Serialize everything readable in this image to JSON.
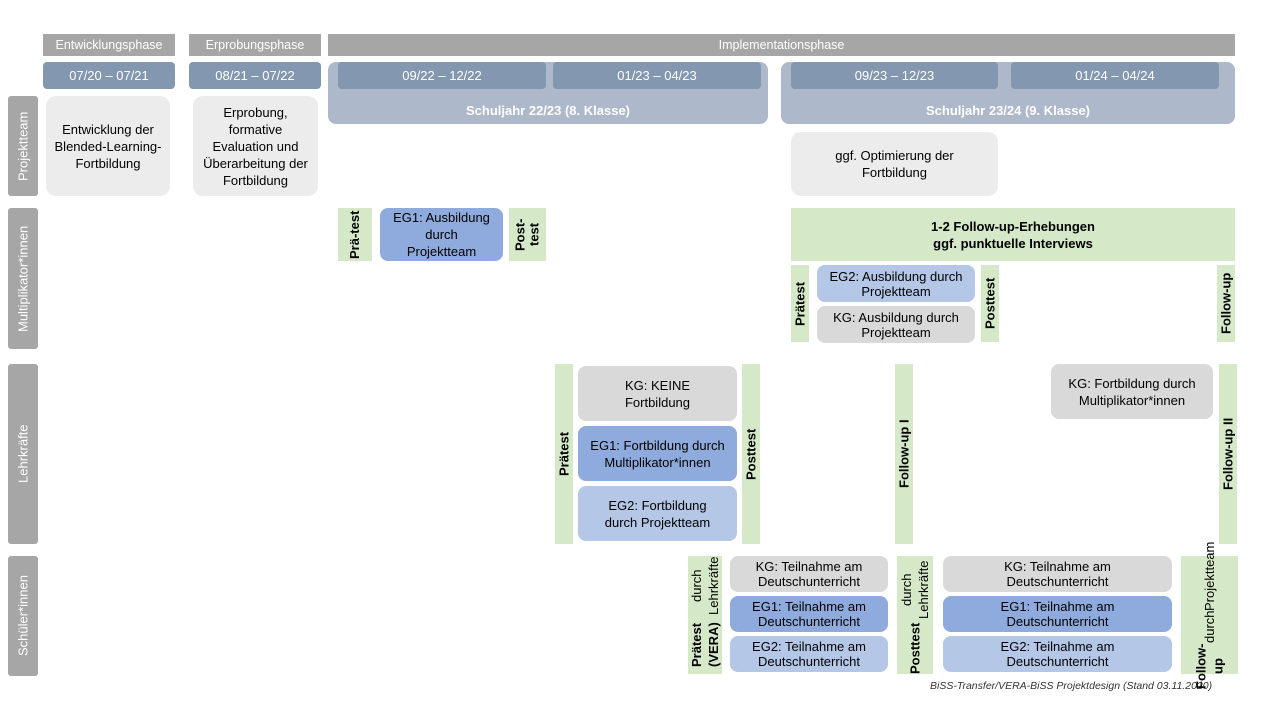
{
  "phases": {
    "dev": "Entwicklungsphase",
    "test": "Erprobungsphase",
    "impl": "Implementationsphase"
  },
  "dates": {
    "d1": "07/20 – 07/21",
    "d2": "08/21 – 07/22",
    "d3": "09/22 – 12/22",
    "d4": "01/23 – 04/23",
    "d5": "09/23 – 12/23",
    "d6": "01/24 – 04/24"
  },
  "school_years": {
    "sy1": "Schuljahr 22/23 (8. Klasse)",
    "sy2": "Schuljahr 23/24 (9. Klasse)"
  },
  "rows": {
    "r1": "Projektteam",
    "r2": "Multiplikator*innen",
    "r3": "Lehrkräfte",
    "r4": "Schüler*innen"
  },
  "projektteam": {
    "a": "Entwicklung der Blended-Learning-Fortbildung",
    "b": "Erprobung, formative Evaluation und Überarbeitung der Fortbildung",
    "c": "ggf. Optimierung der Fortbildung"
  },
  "multiplikatoren": {
    "pre1": "Prä-test",
    "eg1": "EG1: Ausbildung durch Projektteam",
    "post1": "Post-test",
    "followup_line1": "1-2 Follow-up-Erhebungen",
    "followup_line2": "ggf. punktuelle Interviews",
    "pre2": "Prätest",
    "eg2": "EG2: Ausbildung durch Projektteam",
    "kg": "KG: Ausbildung durch Projektteam",
    "post2": "Posttest",
    "fu": "Follow-up"
  },
  "lehrkraefte": {
    "pre": "Prätest",
    "kg": "KG: KEINE Fortbildung",
    "eg1": "EG1: Fortbildung durch Multiplikator*innen",
    "eg2": "EG2: Fortbildung durch Projektteam",
    "post": "Posttest",
    "fu1": "Follow-up I",
    "kg2": "KG: Fortbildung durch Multiplikator*innen",
    "fu2": "Follow-up II"
  },
  "schueler": {
    "pre_bold": "Prätest (VERA)",
    "pre_sub": "durch Lehrkräfte",
    "kg": "KG: Teilnahme am Deutschunterricht",
    "eg1": "EG1: Teilnahme am Deutschunterricht",
    "eg2": "EG2: Teilnahme am Deutschunterricht",
    "post_bold": "Posttest",
    "post_sub": "durch Lehrkräfte",
    "fu_bold": "Follow-up",
    "fu_sub1": "durch",
    "fu_sub2": "Projektteam"
  },
  "footer": "BiSS-Transfer/VERA-BiSS Projektdesign (Stand 03.11.2020)",
  "colors": {
    "header": "#a6a6a6",
    "date": "#8497b0",
    "school_year": "#adb9ca",
    "kg": "#d9d9d9",
    "eg1": "#8faadc",
    "eg2": "#b4c7e7",
    "test": "#d5e8c8"
  }
}
